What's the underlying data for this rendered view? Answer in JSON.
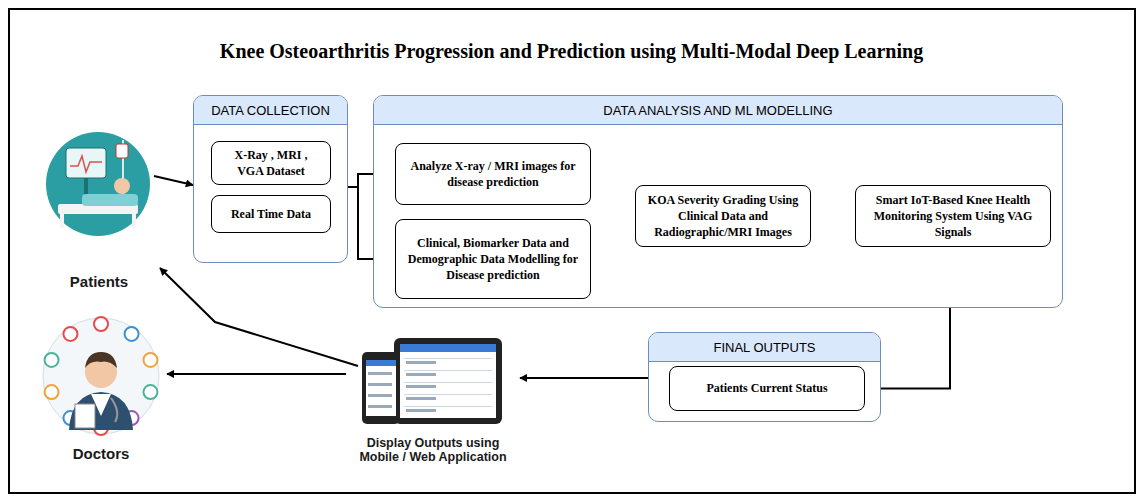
{
  "diagram": {
    "title": "Knee Osteoarthritis Progression and Prediction using Multi-Modal Deep Learning",
    "nodes": [
      {
        "text": [
          "Patients"
        ]
      },
      {
        "text": [
          "Doctors"
        ]
      },
      {
        "text": [
          "DATA COLLECTION"
        ]
      },
      {
        "text": [
          "X-Ray , MRI , VGA Dataset"
        ],
        "in": 2
      },
      {
        "text": [
          "Real Time Data"
        ],
        "in": 2
      },
      {
        "text": [
          "DATA ANALYSIS AND ML MODELLING"
        ]
      },
      {
        "text": [
          "Analyze X-ray / MRI images for disease prediction"
        ],
        "in": 5
      },
      {
        "text": [
          "Clinical, Biomarker Data and Demographic Data Modelling for Disease prediction"
        ],
        "in": 5
      },
      {
        "text": [
          "KOA Severity Grading Using Clinical Data and Radiographic/MRI Images"
        ],
        "in": 5
      },
      {
        "text": [
          "Smart IoT-Based Knee Health Monitoring System Using VAG Signals"
        ],
        "in": 5
      },
      {
        "text": [
          "FINAL OUTPUTS"
        ]
      },
      {
        "text": [
          "Patients Current Status"
        ],
        "in": 10
      },
      {
        "text": [
          "Display Outputs using Mobile / Web Application"
        ]
      }
    ],
    "edges": [
      {
        "from": 0,
        "to": 2,
        "arrow": "to"
      },
      {
        "from": 2,
        "to": 6,
        "arrow": "to"
      },
      {
        "from": 2,
        "to": 7,
        "arrow": "to"
      },
      {
        "from": 6,
        "to": 8,
        "arrow": "to"
      },
      {
        "from": 7,
        "to": 8,
        "arrow": "to"
      },
      {
        "from": 8,
        "to": 9,
        "arrow": "to"
      },
      {
        "from": 9,
        "to": 11,
        "arrow": "to"
      },
      {
        "from": 10,
        "to": 12,
        "arrow": "to"
      },
      {
        "from": 12,
        "to": 1,
        "arrow": "to"
      },
      {
        "from": 12,
        "to": 0,
        "arrow": "to"
      }
    ]
  }
}
